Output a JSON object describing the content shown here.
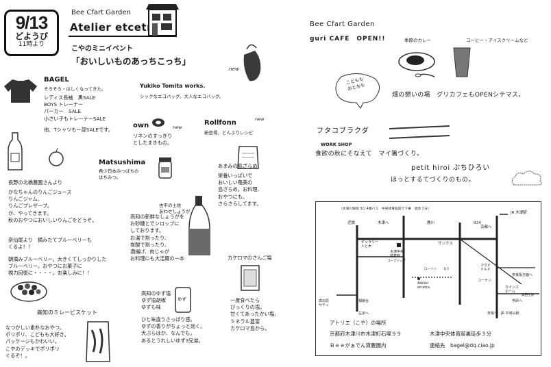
{
  "date": {
    "num": "9/13",
    "day": "どようび",
    "time": "11時より"
  },
  "header": {
    "brand": "Bee Cfart Garden",
    "title": "Atelier etcetra",
    "event": "こやのミニイベント",
    "theme": "「おいしいものあっちこっち」",
    "new_badge": "new"
  },
  "bagel": {
    "name": "BAGEL",
    "sub": "そろそろ・ほしくなってきた。",
    "lines": "レディス長袖　黒SALE\nBOYS トレーナー\nパーカー　SALE\n小さい子もトレーナーSALE",
    "note": "他、Tシャツも一部SALEです。"
  },
  "yukiko": {
    "name": "Yukiko Tomita works.",
    "desc": "シックなエコバッグ。大人なエコバッグ。"
  },
  "own": {
    "name": "own",
    "badge": "new",
    "desc": "リネンのすっきり\nとしたまきもの。"
  },
  "rollfonn": {
    "name": "Rollfonn",
    "badge": "new",
    "desc": "新登場、どんぶりレシピ"
  },
  "matsushima": {
    "name": "Matsushima",
    "desc": "希少日本みつばちの\nはちみつ。"
  },
  "amami": {
    "title": "あまみの島ざらめ",
    "desc": "栄養いっぱいで\nおいしい奄美の\n島ざらめ。お料理、\nおやつにも。\nさらさらしてます。"
  },
  "nagano": {
    "title": "長野の北橋農園さんより",
    "desc": "かなちゃんのりんごジュース\nりんごジャム、\nりんごプレザーブ。\nが、やってきます。\n秋のおやつにおいしいりんごをどうぞ。"
  },
  "blueberry": {
    "desc1": "奈仙尾より　摘みたてブルーベリーも\nくるよ！！",
    "desc2": "朝摘みブルーベリー。大きくてしっかりした\nブルーベリー。おやつにお菓子に\n視力回復に・・・・。お楽しみに！！"
  },
  "aburase": {
    "title": "古平の土佐\nあわせしょうが",
    "desc": "高知の新鮮なしょうがを\nお砂糖とでシロップに\nしております。\nお湯で割ったり、\n炭酸で割ったり、\n酒揚げ、肉じゃが\nお料理にも大活躍の一本"
  },
  "kakaoroma": {
    "title": "カケロマのさんご塩",
    "desc": "一度食べたら\nびっくりの塩。\n甘くてあったかい塩、\nミネラル豊富\nカケロマ島から。"
  },
  "yuzu": {
    "title": "高知のゆず塩\nゆず塩胡椒\nゆずも味",
    "desc": "ひと味違うさっぱり感。\nゆずの香りがちょっと効く。\n天ぷらほか、なんでも。\nあるとうれしいゆず3兄弟。",
    "label": "ゆず"
  },
  "biscuit": {
    "title": "高知のミレービスケット",
    "desc": "なつかしい素朴なおやつ。\nポリポリ、こどもも大好き。\nパッケージもかわいい。\nこやのデッキでポリポリ\nぐるぞ！。"
  },
  "right": {
    "brand": "Bee Cfart Garden",
    "cafe": "guri CAFE　OPEN!!",
    "curry": "季節のカレー",
    "coffee": "コーヒー・アイスクリームなど",
    "bubble": "こどもも\nおとなも",
    "rest": "畑の憩いの場　グリカフェもOPENシテマス。",
    "futako": "フタコブラクダ",
    "workshop": "WORK SHOP",
    "hashi": "食欲の秋にそなえて　マイ箸づくり。",
    "petit": "petit hiroi ぷちひろい",
    "petit_desc": "ほっとするてづくりのもの。"
  },
  "map": {
    "note": "（木津川駅前 3ロ 4番バス　中央体育館前で下車　徒歩３分）",
    "labels": [
      "近鉄",
      "木津へ",
      "鹿川",
      "R24",
      "JR 木津駅",
      "京都へ",
      "ギャラリー\n人と木",
      "木津中央\n体育館",
      "サンクス",
      "コープシップ",
      "なり",
      "Atelier\netcetra",
      "ローソン",
      "マクド\nナルド",
      "奈良阪方面へ",
      "カインズ\nホーム",
      "学研へ",
      "関西空港",
      "奈良へ",
      "JR 平城山駅",
      "高の原\nサティ",
      "相楽台",
      "左京へ",
      "コーナン"
    ],
    "place": "アトリエ（こや）の場所",
    "addr1": "京都府木津川市木津町石塚９９",
    "addr2": "木津中央体育館裏徒歩３分",
    "addr3": "Ｂｅｅがぁでん貸農園内",
    "contact": "連絡先　bagel@dq.ciao.jp"
  }
}
